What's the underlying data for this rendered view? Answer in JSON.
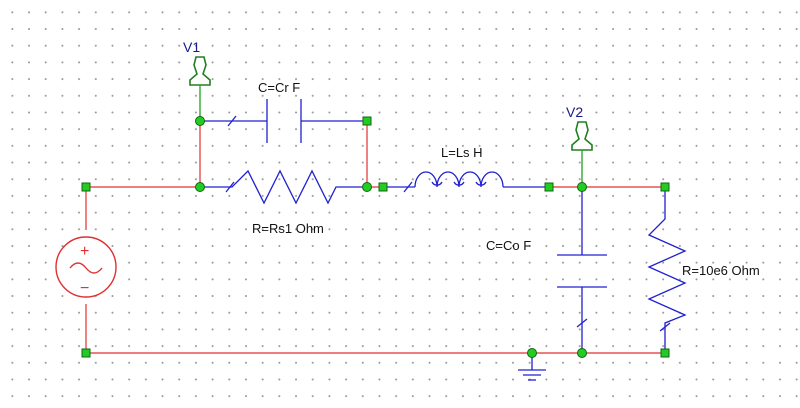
{
  "schematic": {
    "probes": {
      "v1": {
        "label": "V1"
      },
      "v2": {
        "label": "V2"
      }
    },
    "components": {
      "cr": {
        "label": "C=Cr F"
      },
      "rs1": {
        "label": "R=Rs1 Ohm"
      },
      "ls": {
        "label": "L=Ls H"
      },
      "co": {
        "label": "C=Co F"
      },
      "rload": {
        "label": "R=10e6 Ohm"
      }
    },
    "source": {
      "plus": "+",
      "minus": "−"
    },
    "colors": {
      "wire": "#e03030",
      "component": "#2020d0",
      "probe": "#20a020",
      "node": "#22cc22"
    }
  }
}
